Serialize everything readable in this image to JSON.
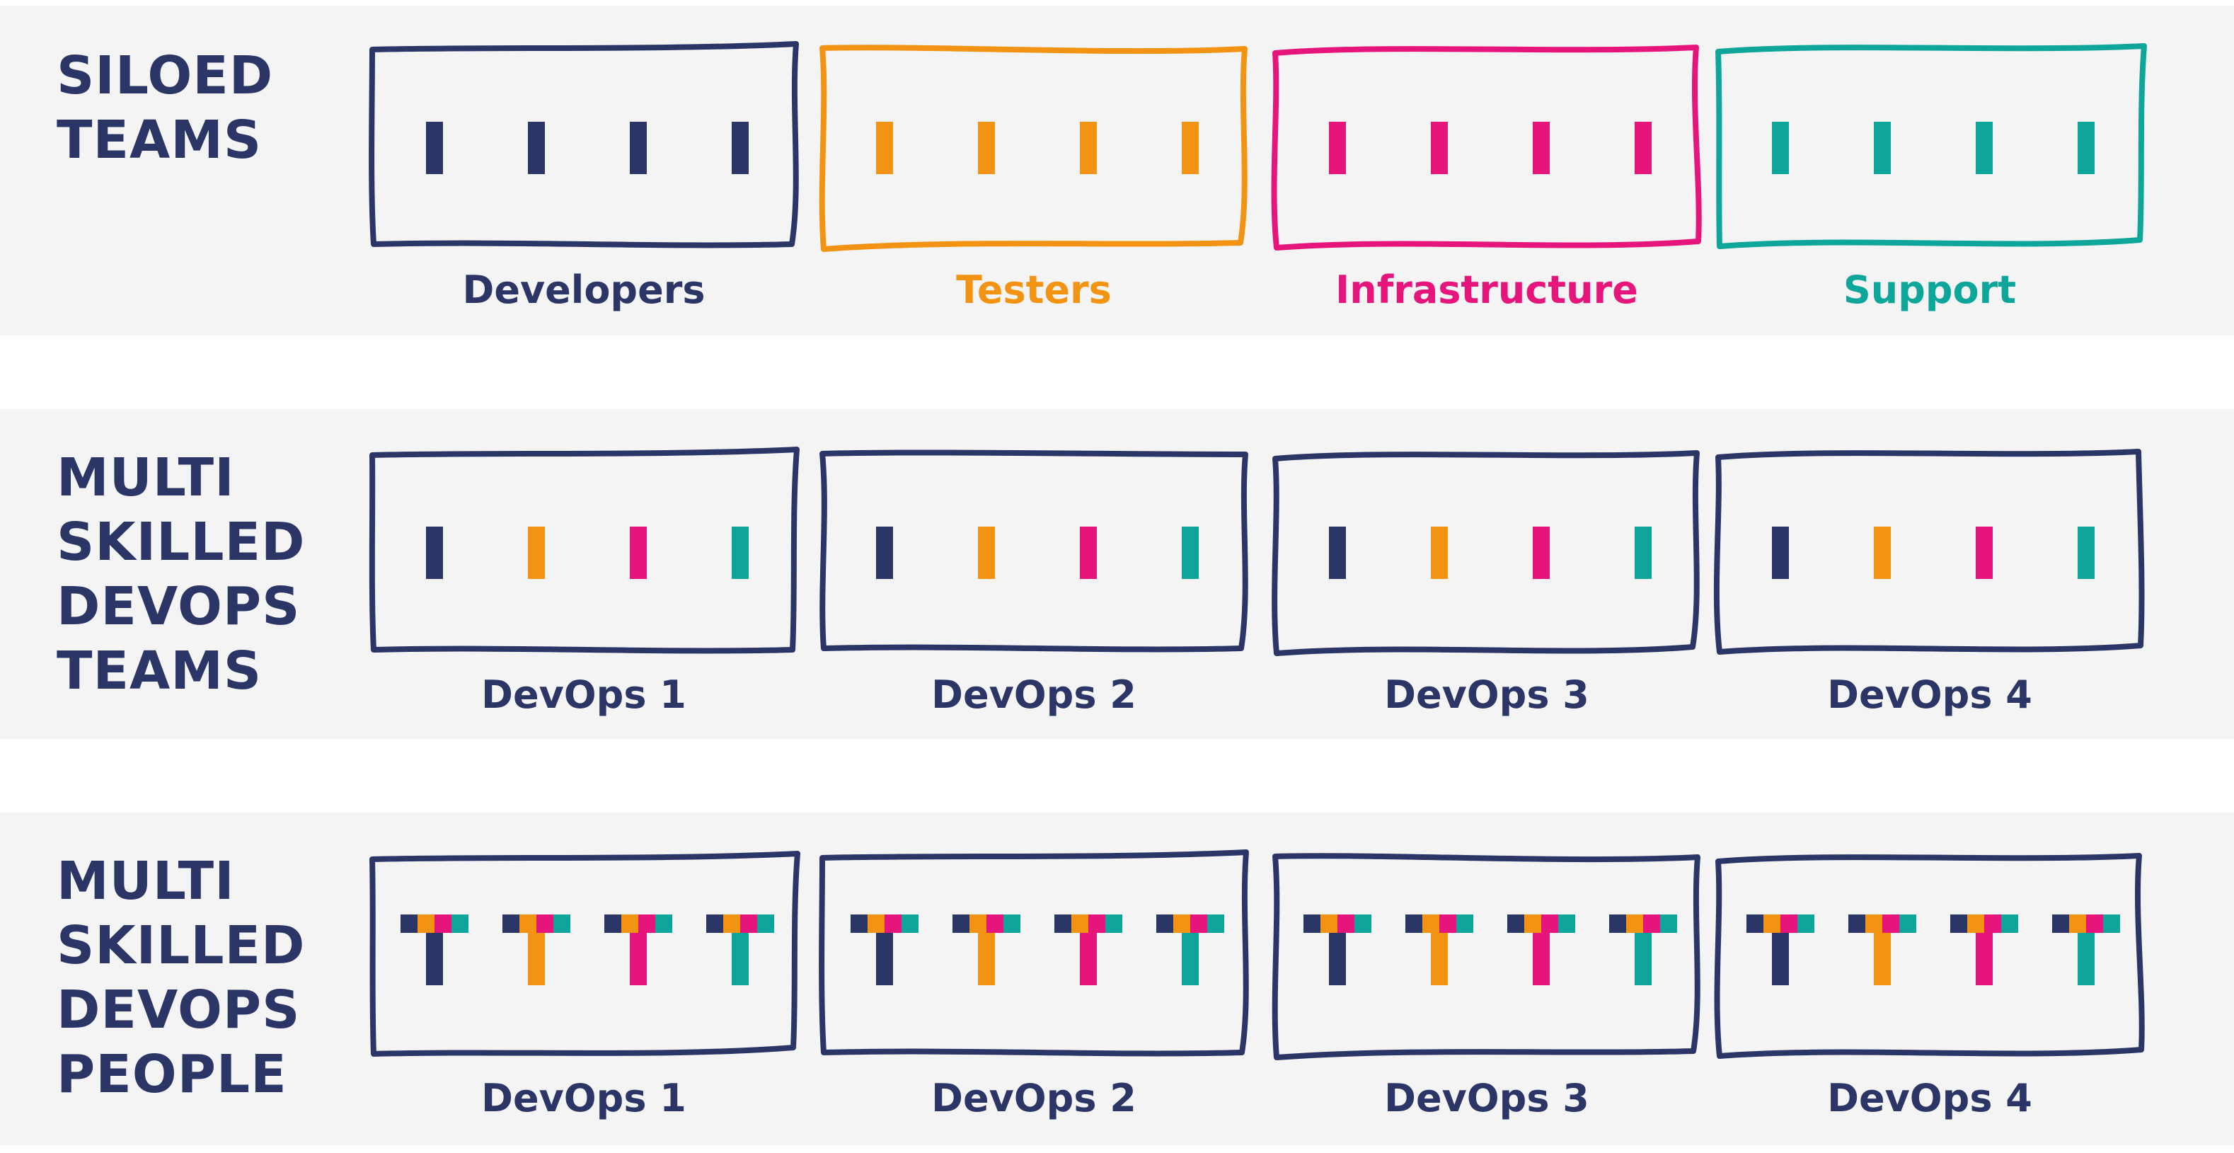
{
  "colors": {
    "navy": "#2b3666",
    "orange": "#f39314",
    "magenta": "#e6157c",
    "teal": "#0ea59a",
    "band": "#f4f4f5"
  },
  "rows": [
    {
      "id": "siloed-teams",
      "title_lines": [
        "SILOED",
        "TEAMS"
      ],
      "people_style": "bar",
      "panels": [
        {
          "label": "Developers",
          "frame_color": "navy",
          "label_color": "navy",
          "people": [
            "navy",
            "navy",
            "navy",
            "navy"
          ]
        },
        {
          "label": "Testers",
          "frame_color": "orange",
          "label_color": "orange",
          "people": [
            "orange",
            "orange",
            "orange",
            "orange"
          ]
        },
        {
          "label": "Infrastructure",
          "frame_color": "magenta",
          "label_color": "magenta",
          "people": [
            "magenta",
            "magenta",
            "magenta",
            "magenta"
          ]
        },
        {
          "label": "Support",
          "frame_color": "teal",
          "label_color": "teal",
          "people": [
            "teal",
            "teal",
            "teal",
            "teal"
          ]
        }
      ]
    },
    {
      "id": "multi-skilled-devops-teams",
      "title_lines": [
        "MULTI",
        "SKILLED",
        "DEVOPS",
        "TEAMS"
      ],
      "people_style": "bar",
      "panels": [
        {
          "label": "DevOps 1",
          "frame_color": "navy",
          "label_color": "navy",
          "people": [
            "navy",
            "orange",
            "magenta",
            "teal"
          ]
        },
        {
          "label": "DevOps 2",
          "frame_color": "navy",
          "label_color": "navy",
          "people": [
            "navy",
            "orange",
            "magenta",
            "teal"
          ]
        },
        {
          "label": "DevOps 3",
          "frame_color": "navy",
          "label_color": "navy",
          "people": [
            "navy",
            "orange",
            "magenta",
            "teal"
          ]
        },
        {
          "label": "DevOps 4",
          "frame_color": "navy",
          "label_color": "navy",
          "people": [
            "navy",
            "orange",
            "magenta",
            "teal"
          ]
        }
      ]
    },
    {
      "id": "multi-skilled-devops-people",
      "title_lines": [
        "MULTI",
        "SKILLED",
        "DEVOPS",
        "PEOPLE"
      ],
      "people_style": "t-shape",
      "t_top_colors": [
        "navy",
        "orange",
        "magenta",
        "teal"
      ],
      "panels": [
        {
          "label": "DevOps 1",
          "frame_color": "navy",
          "label_color": "navy",
          "people": [
            "navy",
            "orange",
            "magenta",
            "teal"
          ]
        },
        {
          "label": "DevOps 2",
          "frame_color": "navy",
          "label_color": "navy",
          "people": [
            "navy",
            "orange",
            "magenta",
            "teal"
          ]
        },
        {
          "label": "DevOps 3",
          "frame_color": "navy",
          "label_color": "navy",
          "people": [
            "navy",
            "orange",
            "magenta",
            "teal"
          ]
        },
        {
          "label": "DevOps 4",
          "frame_color": "navy",
          "label_color": "navy",
          "people": [
            "navy",
            "orange",
            "magenta",
            "teal"
          ]
        }
      ]
    }
  ]
}
